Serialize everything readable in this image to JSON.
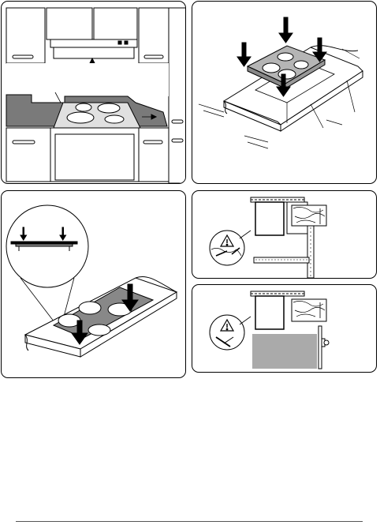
{
  "figures": [
    {
      "id": "kitchen-overview"
    },
    {
      "id": "hob-cutout-dimensions"
    },
    {
      "id": "hob-seal-placement"
    },
    {
      "id": "worktop-clearance-warning"
    },
    {
      "id": "hob-above-oven-warning"
    }
  ],
  "colors": {
    "line": "#000000",
    "worktop": "#7a7a7a",
    "hob": "#b5b5b5",
    "ceramic": "#d0d0d0",
    "wood": "#ffffff",
    "warning": "#ffffff"
  },
  "icons": [
    "warning-triangle-icon",
    "no-entry-cross-icon",
    "press-down-arrow-icon"
  ]
}
